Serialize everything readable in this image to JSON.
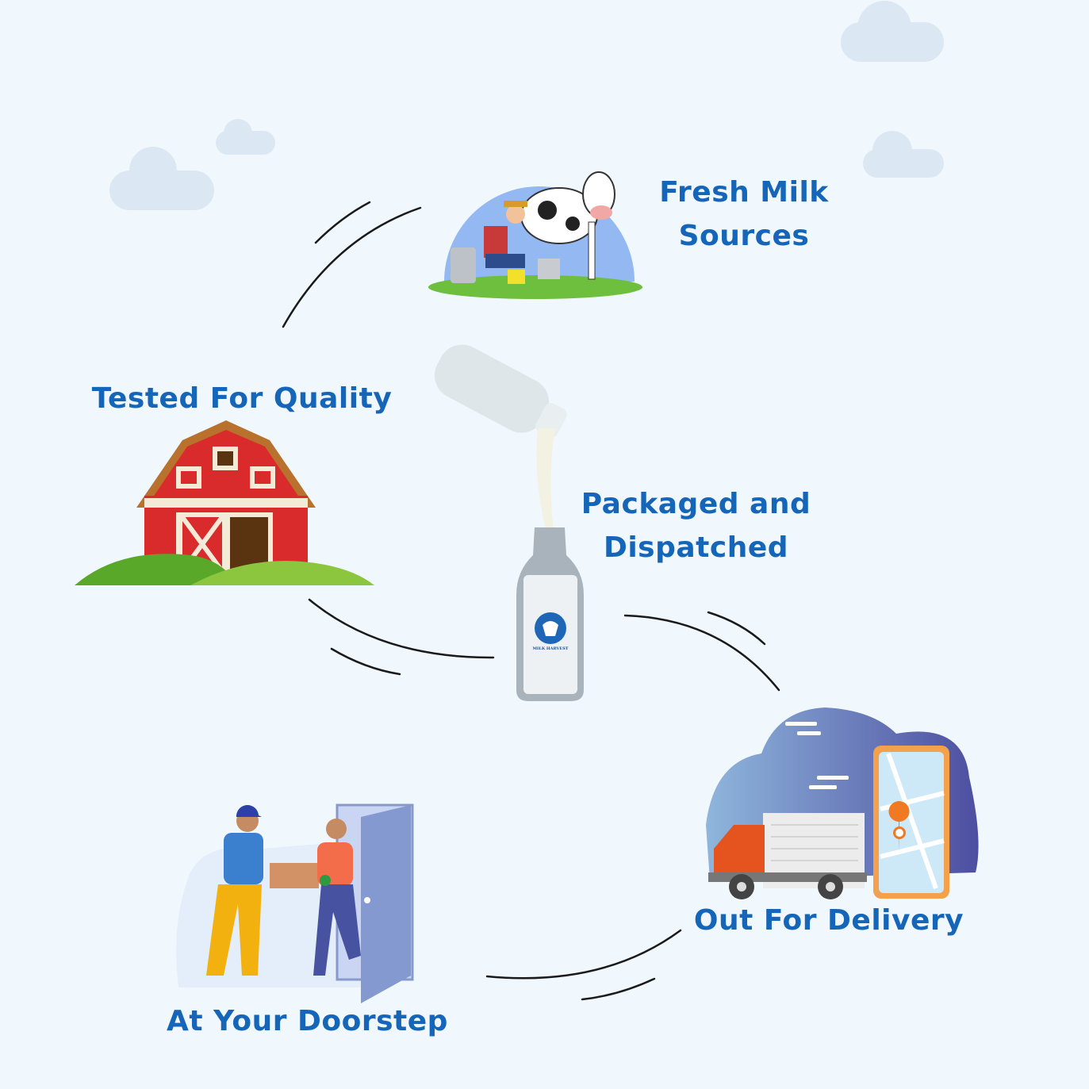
{
  "steps": [
    {
      "title_line1": "Fresh Milk",
      "title_line2": "Sources"
    },
    {
      "title": "Tested For Quality"
    },
    {
      "title_line1": "Packaged and",
      "title_line2": "Dispatched"
    },
    {
      "title": "Out For Delivery"
    },
    {
      "title": "At Your Doorstep"
    }
  ],
  "bottle_label": {
    "brand": "MILK HARVEST"
  },
  "colors": {
    "text": "#1565b8",
    "background": "#f1f8fd",
    "cloud": "#dbe7f2"
  }
}
